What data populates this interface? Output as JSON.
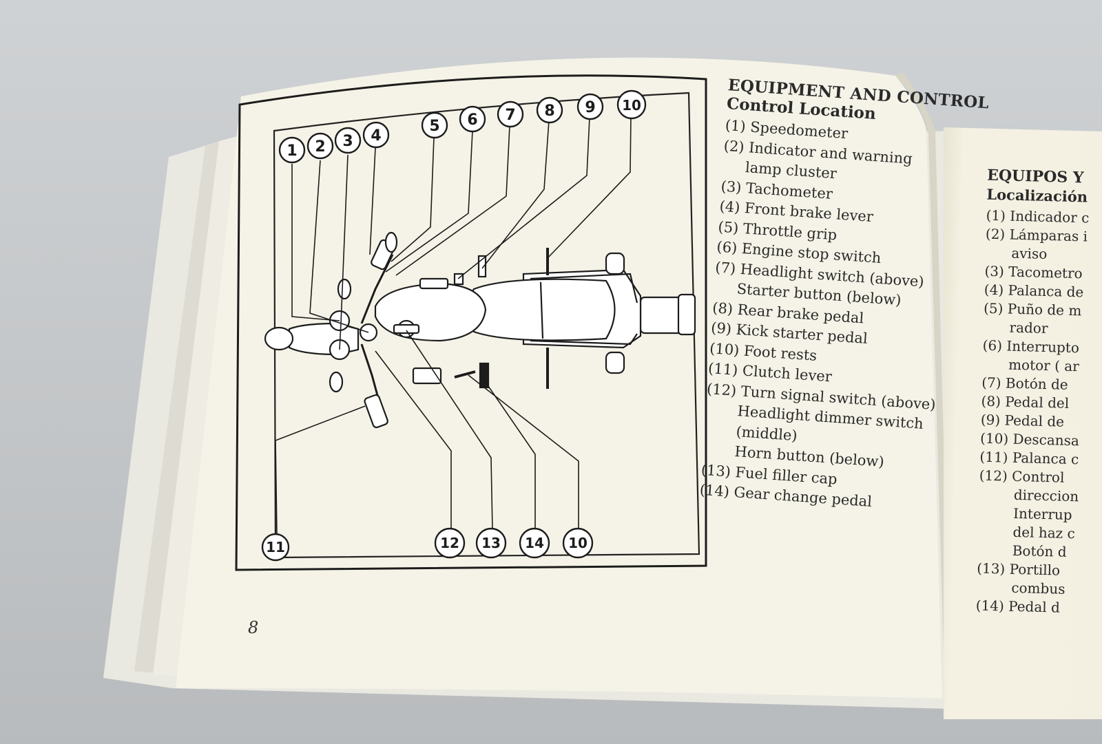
{
  "left_page": {
    "heading": "EQUIPMENT AND CONTROL",
    "subheading": "Control Location",
    "items": [
      "(1) Speedometer",
      "(2) Indicator and warning",
      "     lamp cluster",
      "(3) Tachometer",
      "(4) Front brake lever",
      "(5) Throttle grip",
      "(6) Engine stop switch",
      "(7) Headlight switch (above)",
      "     Starter button (below)",
      "(8) Rear brake pedal",
      "(9) Kick starter pedal",
      "(10) Foot rests",
      "(11) Clutch lever",
      "(12) Turn signal switch (above)",
      "       Headlight dimmer switch",
      "       (middle)",
      "       Horn button (below)",
      "(13) Fuel filler cap",
      "(14) Gear change pedal"
    ],
    "page_number": "8"
  },
  "diagram": {
    "top_callouts": [
      "1",
      "2",
      "3",
      "4",
      "5",
      "6",
      "7",
      "8",
      "9",
      "10"
    ],
    "bottom_callouts": [
      "11",
      "12",
      "13",
      "14",
      "10"
    ]
  },
  "right_page": {
    "heading": "EQUIPOS Y",
    "subheading": "Localización",
    "items": [
      "(1) Indicador c",
      "(2) Lámparas i",
      "      aviso",
      "(3) Tacometro",
      "(4) Palanca de",
      "(5) Puño de m",
      "      rador",
      "(6) Interrupto",
      "      motor ( ar",
      "(7) Botón de",
      "(8) Pedal del",
      "(9) Pedal de",
      "(10) Descansa",
      "(11) Palanca c",
      "(12) Control",
      "        direccion",
      "        Interrup",
      "        del haz c",
      "        Botón d",
      "(13) Portillo",
      "        combus",
      "(14) Pedal d"
    ]
  },
  "colors": {
    "paper": "#f5f3e7",
    "ink": "#1c1c1c",
    "background": "#c6c9cb"
  }
}
